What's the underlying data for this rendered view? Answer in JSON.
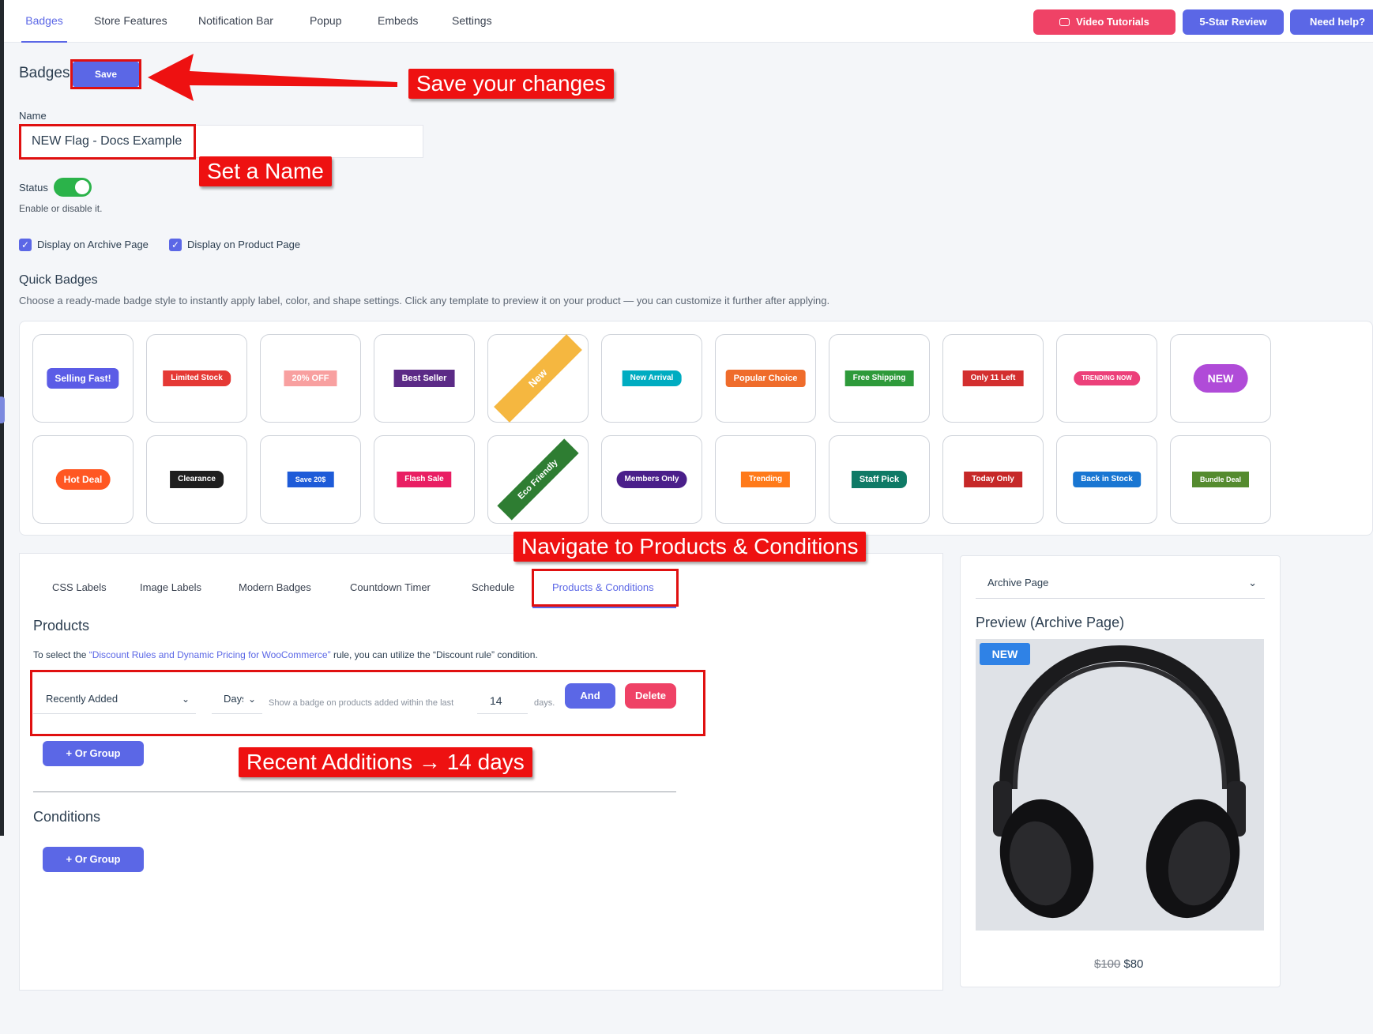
{
  "nav": {
    "tabs": [
      "Badges",
      "Store Features",
      "Notification Bar",
      "Popup",
      "Embeds",
      "Settings"
    ],
    "video_label": "Video Tutorials",
    "review_label": "5-Star Review",
    "help_label": "Need help?"
  },
  "header": {
    "title": "Badges",
    "save_label": "Save"
  },
  "annotations": {
    "save": "Save your changes",
    "name": "Set a Name",
    "navigate": "Navigate to Products & Conditions",
    "recent": "Recent Additions → 14 days"
  },
  "form": {
    "name_label": "Name",
    "name_value": "NEW Flag - Docs Example",
    "status_label": "Status",
    "status_hint": "Enable or disable it.",
    "archive_label": "Display on Archive Page",
    "product_label": "Display on Product Page"
  },
  "quick_badges": {
    "title": "Quick Badges",
    "description": "Choose a ready-made badge style to instantly apply label, color, and shape settings. Click any template to preview it on your product — you can customize it further after applying.",
    "items": [
      {
        "label": "Selling Fast!",
        "color": "#5b5ce6"
      },
      {
        "label": "Limited Stock",
        "color": "#e53935"
      },
      {
        "label": "20% OFF",
        "color": "#f8a0a0"
      },
      {
        "label": "Best Seller",
        "color": "#5b2a86"
      },
      {
        "label": "New",
        "color": "#f5b740"
      },
      {
        "label": "New Arrival",
        "color": "#00acc1"
      },
      {
        "label": "Popular Choice",
        "color": "#ef6c2b"
      },
      {
        "label": "Free Shipping",
        "color": "#2e9a3a"
      },
      {
        "label": "Only 11 Left",
        "color": "#d32f2f"
      },
      {
        "label": "TRENDING NOW",
        "color": "#ec407a"
      },
      {
        "label": "NEW",
        "color": "#b04bd8"
      },
      {
        "label": "Hot Deal",
        "color": "#ff5722"
      },
      {
        "label": "Clearance",
        "color": "#1f1f1f"
      },
      {
        "label": "Save 20$",
        "color": "#1e5bd8"
      },
      {
        "label": "Flash Sale",
        "color": "#e91e63"
      },
      {
        "label": "Eco Friendly",
        "color": "#2e7d32"
      },
      {
        "label": "Members Only",
        "color": "#4a1f8a"
      },
      {
        "label": "Trending",
        "color": "#ff7a1a"
      },
      {
        "label": "Staff Pick",
        "color": "#0f7a66"
      },
      {
        "label": "Today Only",
        "color": "#c62828"
      },
      {
        "label": "Back in Stock",
        "color": "#1976d2"
      },
      {
        "label": "Bundle Deal",
        "color": "#558b2f"
      }
    ]
  },
  "lower_tabs": [
    "CSS Labels",
    "Image Labels",
    "Modern Badges",
    "Countdown Timer",
    "Schedule",
    "Products & Conditions"
  ],
  "products": {
    "title": "Products",
    "desc_prefix": "To select the ",
    "desc_link": "“Discount Rules and Dynamic Pricing for WooCommerce”",
    "desc_suffix": " rule, you can utilize the “Discount rule” condition.",
    "rule_type": "Recently Added",
    "unit": "Days",
    "hint": "Show a badge on products added within the last",
    "days_value": "14",
    "days_suffix": "days.",
    "and_label": "And",
    "delete_label": "Delete",
    "or_group_label": "+ Or Group"
  },
  "conditions": {
    "title": "Conditions",
    "or_group_label": "+ Or Group"
  },
  "preview": {
    "page_select": "Archive Page",
    "title": "Preview (Archive Page)",
    "badge": "NEW",
    "old_price": "$100",
    "price": "$80"
  },
  "colors": {
    "accent": "#5b67e6",
    "danger": "#ef4266",
    "annotation": "#ee1111",
    "success": "#2bb34a"
  }
}
